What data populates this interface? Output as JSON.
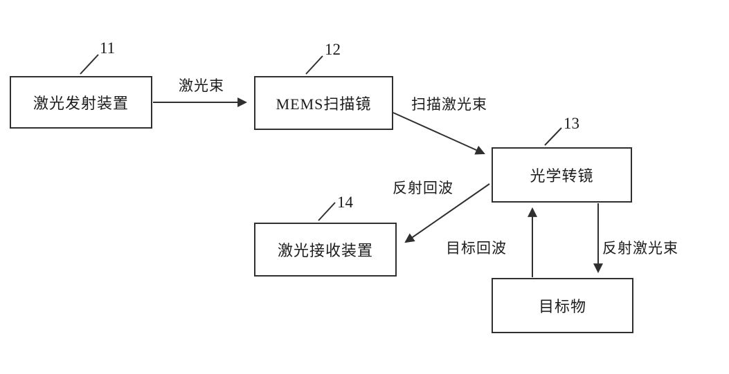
{
  "diagram": {
    "colors": {
      "ink": "#2f2f2f",
      "background": "#ffffff"
    },
    "boxes": {
      "emitter": {
        "ref": "11",
        "label": "激光发射装置"
      },
      "mems": {
        "ref": "12",
        "label": "MEMS扫描镜"
      },
      "optic": {
        "ref": "13",
        "label": "光学转镜"
      },
      "receiver": {
        "ref": "14",
        "label": "激光接收装置"
      },
      "target": {
        "label": "目标物"
      }
    },
    "edges": {
      "laser_beam": {
        "label": "激光束",
        "from": "emitter",
        "to": "mems"
      },
      "scan_beam": {
        "label": "扫描激光束",
        "from": "mems",
        "to": "optic"
      },
      "reflected_echo": {
        "label": "反射回波",
        "from": "optic",
        "to": "receiver"
      },
      "reflected_beam": {
        "label": "反射激光束",
        "from": "optic",
        "to": "target"
      },
      "target_echo": {
        "label": "目标回波",
        "from": "target",
        "to": "optic"
      }
    }
  }
}
